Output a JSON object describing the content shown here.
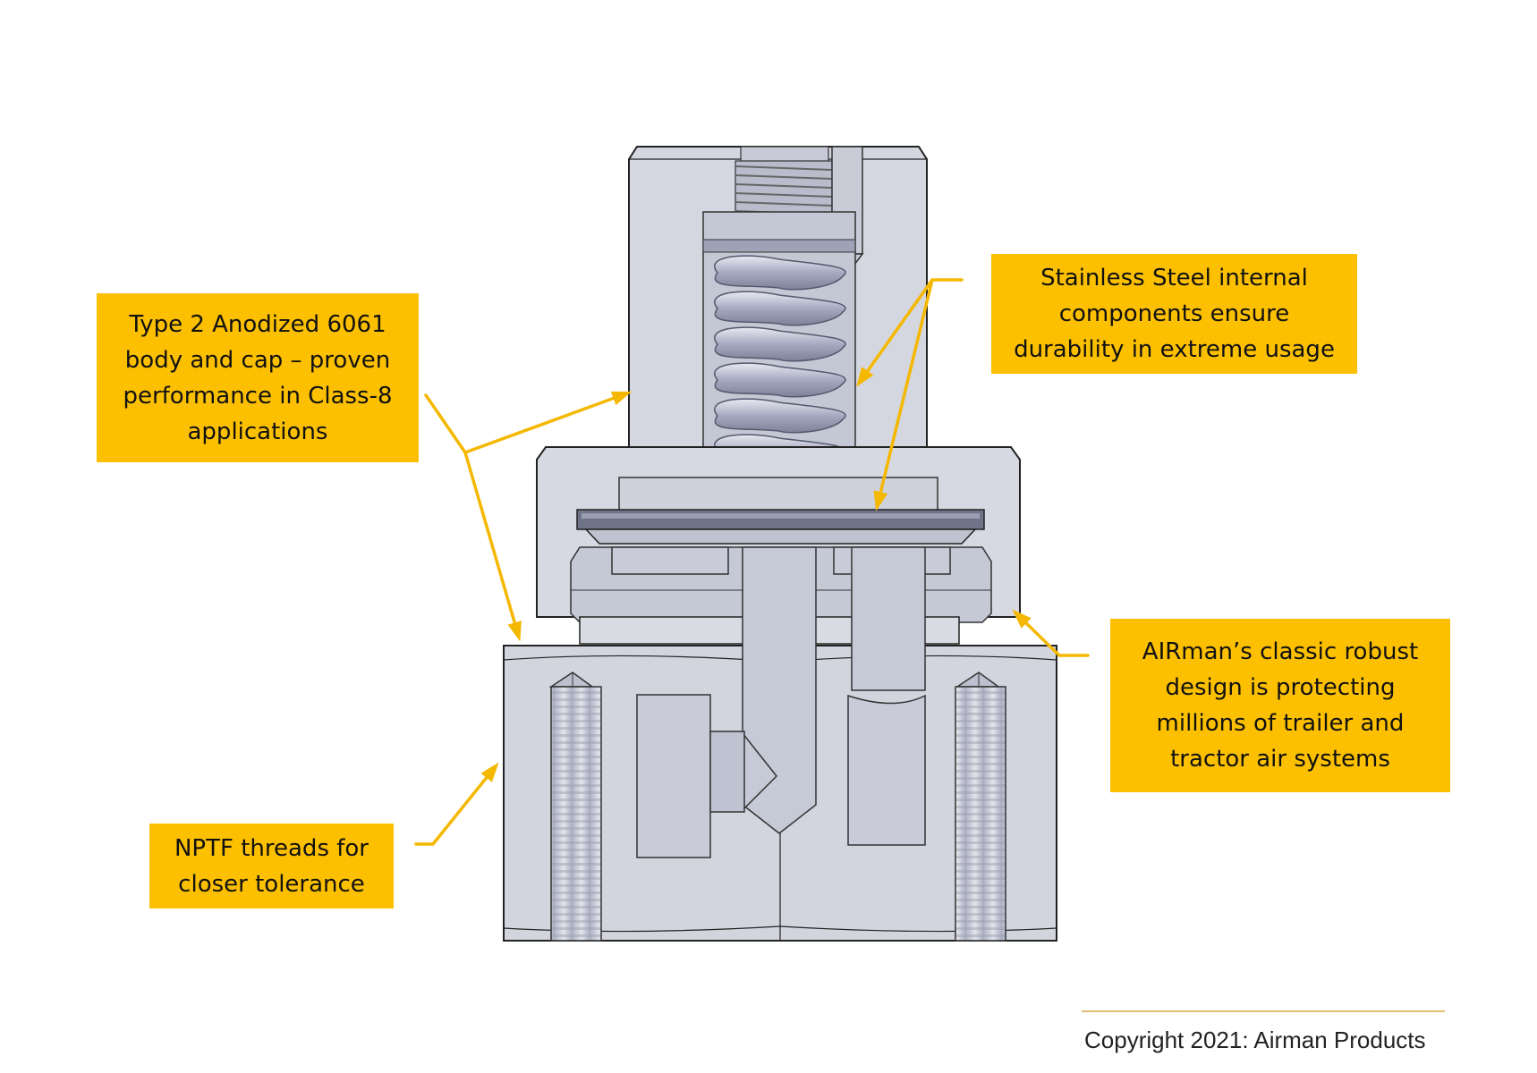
{
  "callouts": {
    "body": [
      "Type 2 Anodized 6061",
      "body and cap – proven",
      "performance in Class-8",
      "applications"
    ],
    "steel": [
      "Stainless Steel internal",
      "components ensure",
      "durability in extreme usage"
    ],
    "design": [
      "AIRman’s classic robust",
      "design is protecting",
      "millions of trailer and",
      "tractor air systems"
    ],
    "nptf": [
      "NPTF threads for",
      "closer tolerance"
    ]
  },
  "footer": {
    "copyright": "Copyright 2021: Airman Products"
  },
  "colors": {
    "callout": "#FCC000",
    "arrow": "#F5B800",
    "metal": "#D3D5DE",
    "metal_dark": "#A9ADBE",
    "outline": "#222222"
  }
}
